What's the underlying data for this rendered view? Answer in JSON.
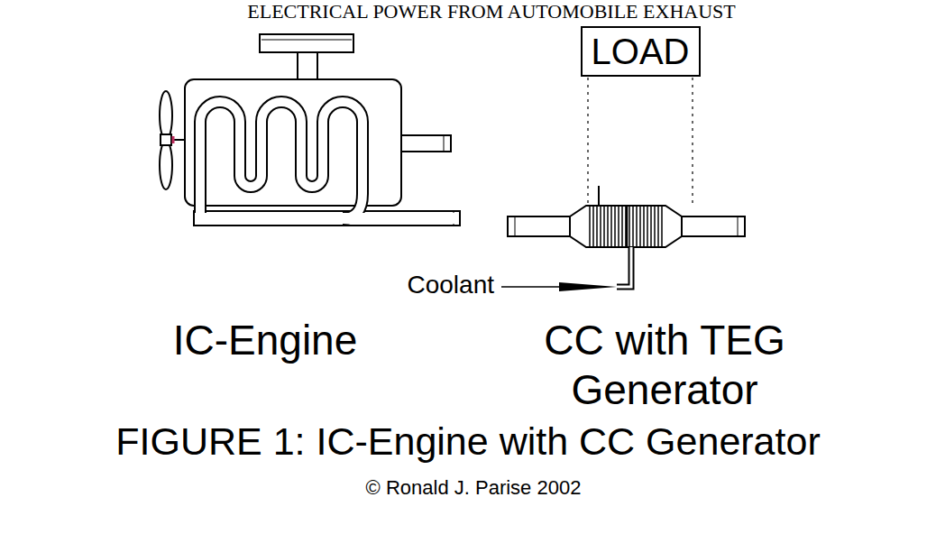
{
  "diagram": {
    "title": "ELECTRICAL POWER FROM AUTOMOBILE EXHAUST",
    "caption": "FIGURE 1: IC-Engine with CC Generator",
    "nodes": [
      {
        "text": [
          "LOAD"
        ]
      }
    ],
    "labels": [
      "Coolant",
      "IC-Engine",
      "CC with TEG Generator",
      "© Ronald J. Parise 2002"
    ]
  }
}
